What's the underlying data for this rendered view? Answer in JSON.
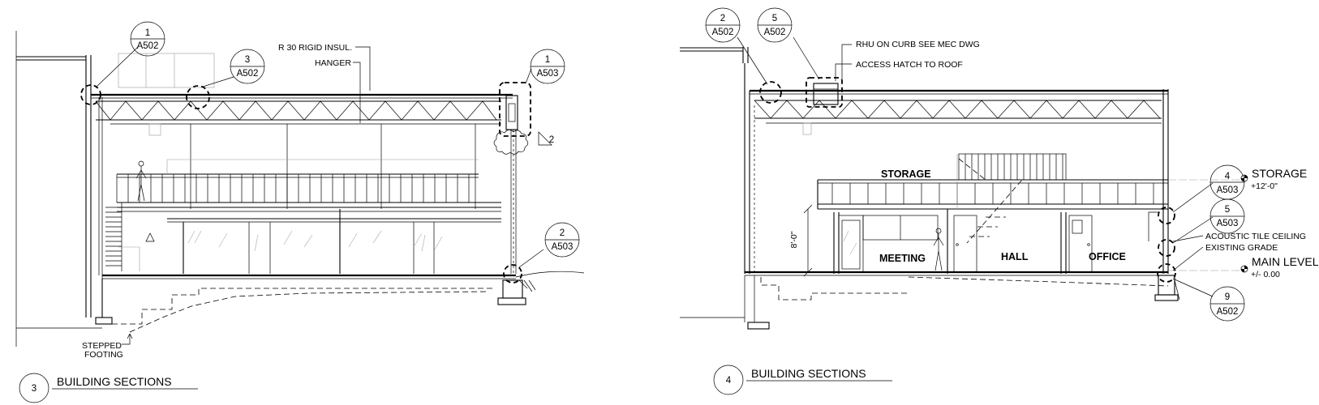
{
  "section_3": {
    "title": "BUILDING SECTIONS",
    "number": "3",
    "notes": {
      "rigid_insul": "R 30 RIGID INSUL.",
      "hanger": "HANGER",
      "stepped_footing_1": "STEPPED",
      "stepped_footing_2": "FOOTING"
    },
    "tags": [
      {
        "num": "1",
        "sheet": "A502"
      },
      {
        "num": "3",
        "sheet": "A502"
      },
      {
        "num": "1",
        "sheet": "A503"
      },
      {
        "num": "2",
        "sheet": "A503"
      }
    ],
    "revision": "2"
  },
  "section_4": {
    "title": "BUILDING SECTIONS",
    "number": "4",
    "notes": {
      "rhu": "RHU ON CURB SEE MEC DWG",
      "access_hatch": "ACCESS HATCH TO ROOF",
      "acoustic": "ACOUSTIC TILE CEILING",
      "existing_grade": "EXISTING GRADE",
      "dimension": "8'-0\""
    },
    "rooms": {
      "storage": "STORAGE",
      "meeting": "MEETING",
      "hall": "HALL",
      "office": "OFFICE"
    },
    "levels": {
      "storage_name": "STORAGE",
      "storage_elev": "+12'-0\"",
      "main_name": "MAIN LEVEL",
      "main_elev": "+/- 0.00"
    },
    "tags": [
      {
        "num": "2",
        "sheet": "A502"
      },
      {
        "num": "5",
        "sheet": "A502"
      },
      {
        "num": "4",
        "sheet": "A503"
      },
      {
        "num": "5",
        "sheet": "A503"
      },
      {
        "num": "9",
        "sheet": "A502"
      }
    ]
  }
}
